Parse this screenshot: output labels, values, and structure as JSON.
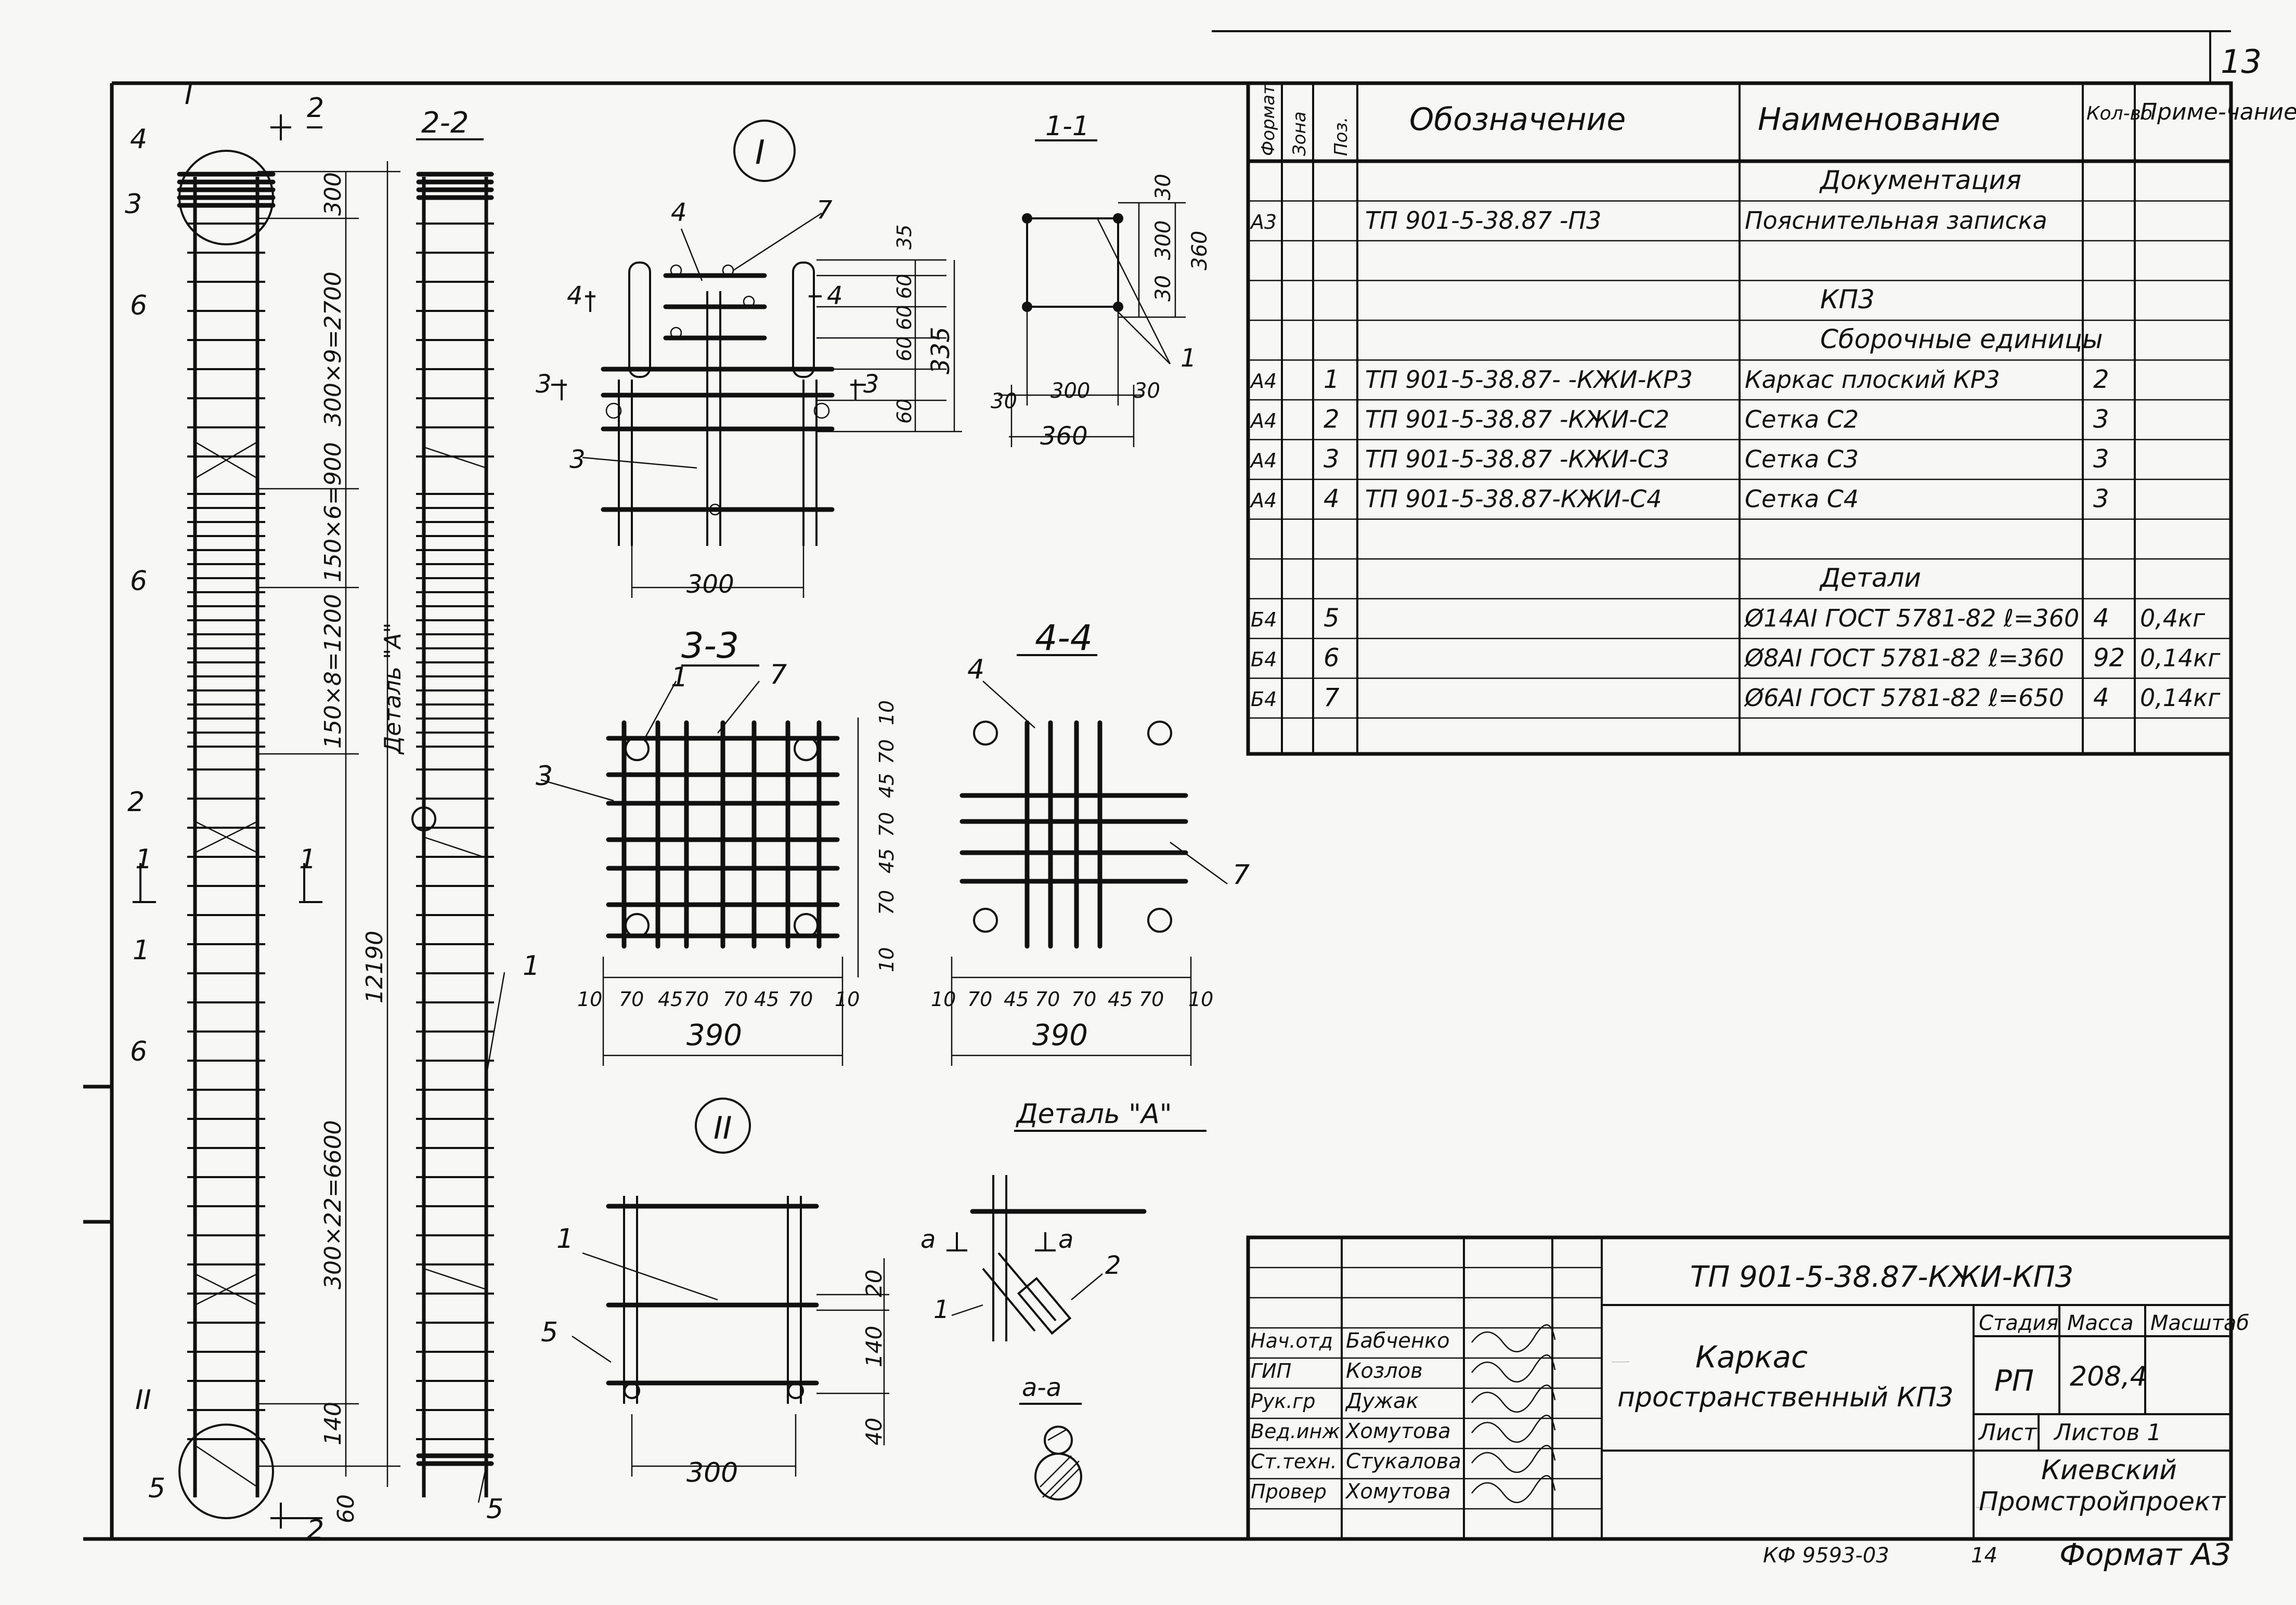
{
  "sheet_number": "13",
  "bottom": {
    "archive": "КФ 9593-03",
    "copy": "14",
    "format": "Формат А3"
  },
  "spec": {
    "headers": {
      "format": "Формат",
      "zone": "Зона",
      "pos": "Поз.",
      "designation": "Обозначение",
      "name": "Наименование",
      "qty": "Кол-во",
      "note": "Приме-чание"
    },
    "rows": [
      {
        "format": "",
        "pos": "",
        "designation": "",
        "name": "Документация",
        "qty": "",
        "note": "",
        "heading": true
      },
      {
        "format": "А3",
        "pos": "",
        "designation": "ТП 901-5-38.87 -П3",
        "name": "Пояснительная записка",
        "qty": "",
        "note": ""
      },
      {
        "format": "",
        "pos": "",
        "designation": "",
        "name": "",
        "qty": "",
        "note": ""
      },
      {
        "format": "",
        "pos": "",
        "designation": "",
        "name": "КП3",
        "qty": "",
        "note": "",
        "heading": true
      },
      {
        "format": "",
        "pos": "",
        "designation": "",
        "name": "Сборочные единицы",
        "qty": "",
        "note": "",
        "heading": true
      },
      {
        "format": "А4",
        "pos": "1",
        "designation": "ТП 901-5-38.87- -КЖИ-КР3",
        "name": "Каркас плоский КР3",
        "qty": "2",
        "note": ""
      },
      {
        "format": "А4",
        "pos": "2",
        "designation": "ТП 901-5-38.87 -КЖИ-С2",
        "name": "Сетка С2",
        "qty": "3",
        "note": ""
      },
      {
        "format": "А4",
        "pos": "3",
        "designation": "ТП 901-5-38.87 -КЖИ-С3",
        "name": "Сетка С3",
        "qty": "3",
        "note": ""
      },
      {
        "format": "А4",
        "pos": "4",
        "designation": "ТП 901-5-38.87-КЖИ-С4",
        "name": "Сетка С4",
        "qty": "3",
        "note": ""
      },
      {
        "format": "",
        "pos": "",
        "designation": "",
        "name": "",
        "qty": "",
        "note": ""
      },
      {
        "format": "",
        "pos": "",
        "designation": "",
        "name": "Детали",
        "qty": "",
        "note": "",
        "heading": true
      },
      {
        "format": "Б4",
        "pos": "5",
        "designation": "",
        "name": "Ø14АI ГОСТ 5781-82 ℓ=360",
        "qty": "4",
        "note": "0,4кг"
      },
      {
        "format": "Б4",
        "pos": "6",
        "designation": "",
        "name": "Ø8АI ГОСТ 5781-82 ℓ=360",
        "qty": "92",
        "note": "0,14кг"
      },
      {
        "format": "Б4",
        "pos": "7",
        "designation": "",
        "name": "Ø6АI ГОСТ 5781-82 ℓ=650",
        "qty": "4",
        "note": "0,14кг"
      }
    ]
  },
  "stamp": {
    "code": "ТП 901-5-38.87-КЖИ-КП3",
    "title": "Каркас пространственный КП3",
    "stage_label": "Стадия",
    "mass_label": "Масса",
    "scale_label": "Масштаб",
    "stage": "РП",
    "mass": "208,4",
    "sheet_label": "Лист",
    "sheets_label": "Листов 1",
    "org": "Киевский Промстройпроект",
    "people": [
      {
        "role": "Нач.отд",
        "name": "Бабченко"
      },
      {
        "role": "ГИП",
        "name": "Козлов"
      },
      {
        "role": "Рук.гр",
        "name": "Дужак"
      },
      {
        "role": "Вед.инж",
        "name": "Хомутова"
      },
      {
        "role": "Ст.техн.",
        "name": "Стукалова"
      },
      {
        "role": "Провер",
        "name": "Хомутова"
      }
    ]
  },
  "drawing": {
    "elevation": {
      "roman_top": "I",
      "roman_bottom": "II",
      "cut2": "2",
      "cut1": "1",
      "dims": [
        "300",
        "300×9=2700",
        "150×6=900",
        "150×8=1200",
        "12190",
        "300×22=6600",
        "140",
        "60"
      ],
      "detail_label": "Деталь \"А\"",
      "callouts": [
        "4",
        "3",
        "6",
        "6",
        "2",
        "1",
        "6",
        "5"
      ]
    },
    "section22": {
      "title": "2-2",
      "callouts": [
        "1",
        "5"
      ]
    },
    "detailI": {
      "title": "I",
      "callouts": [
        "4",
        "7",
        "3"
      ],
      "dims": [
        "35",
        "60",
        "60",
        "60",
        "60",
        "335",
        "300"
      ],
      "cuts": [
        "4",
        "4",
        "3",
        "3"
      ]
    },
    "section11": {
      "title": "1-1",
      "dims": [
        "30",
        "300",
        "30",
        "360",
        "30",
        "300",
        "30",
        "360"
      ],
      "callout": "1"
    },
    "section33": {
      "title": "3-3",
      "callouts": [
        "1",
        "7",
        "3"
      ],
      "dims": [
        "10",
        "70",
        "45",
        "70",
        "70",
        "45",
        "70",
        "10",
        "390"
      ],
      "vdims": [
        "10",
        "70",
        "45",
        "70",
        "45",
        "70",
        "10"
      ]
    },
    "section44": {
      "title": "4-4",
      "callouts": [
        "4",
        "7"
      ],
      "dims": [
        "10",
        "70",
        "45",
        "70",
        "70",
        "45",
        "70",
        "10",
        "390"
      ]
    },
    "detailII": {
      "title": "II",
      "callouts": [
        "1",
        "5"
      ],
      "dims": [
        "20",
        "140",
        "40",
        "300"
      ]
    },
    "detailA": {
      "title": "Деталь \"А\"",
      "callouts": [
        "a",
        "a",
        "1",
        "2"
      ],
      "section": "а-а"
    }
  }
}
